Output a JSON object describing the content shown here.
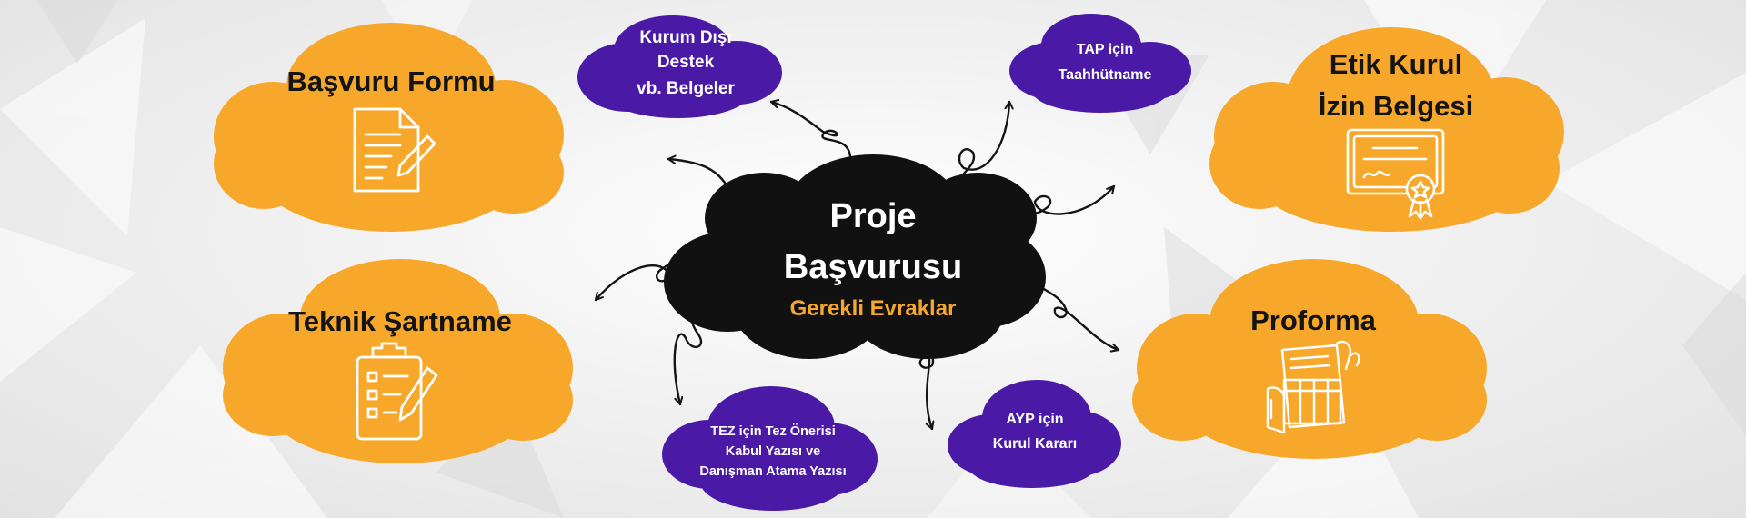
{
  "center": {
    "title_line1": "Proje",
    "title_line2": "Başvurusu",
    "subtitle": "Gerekli Evraklar"
  },
  "nodes": {
    "basvuru_formu": "Başvuru Formu",
    "teknik_sartname": "Teknik Şartname",
    "etik_kurul_line1": "Etik Kurul",
    "etik_kurul_line2": "İzin Belgesi",
    "proforma": "Proforma",
    "kurum_disi_line1": "Kurum Dışı",
    "kurum_disi_line2": "Destek",
    "kurum_disi_line3": "vb. Belgeler",
    "tap_line1": "TAP için",
    "tap_line2": "Taahhütname",
    "tez_line1": "TEZ için Tez Önerisi",
    "tez_line2": "Kabul Yazısı ve",
    "tez_line3": "Danışman Atama Yazısı",
    "ayp_line1": "AYP için",
    "ayp_line2": "Kurul Kararı"
  },
  "icons": {
    "basvuru_formu": "document-pencil-icon",
    "teknik_sartname": "clipboard-checklist-icon",
    "etik_kurul": "certificate-icon",
    "proforma": "invoice-hand-icon"
  },
  "colors": {
    "orange": "#f7a82a",
    "purple": "#4a1aa6",
    "black": "#111111",
    "white": "#ffffff"
  }
}
